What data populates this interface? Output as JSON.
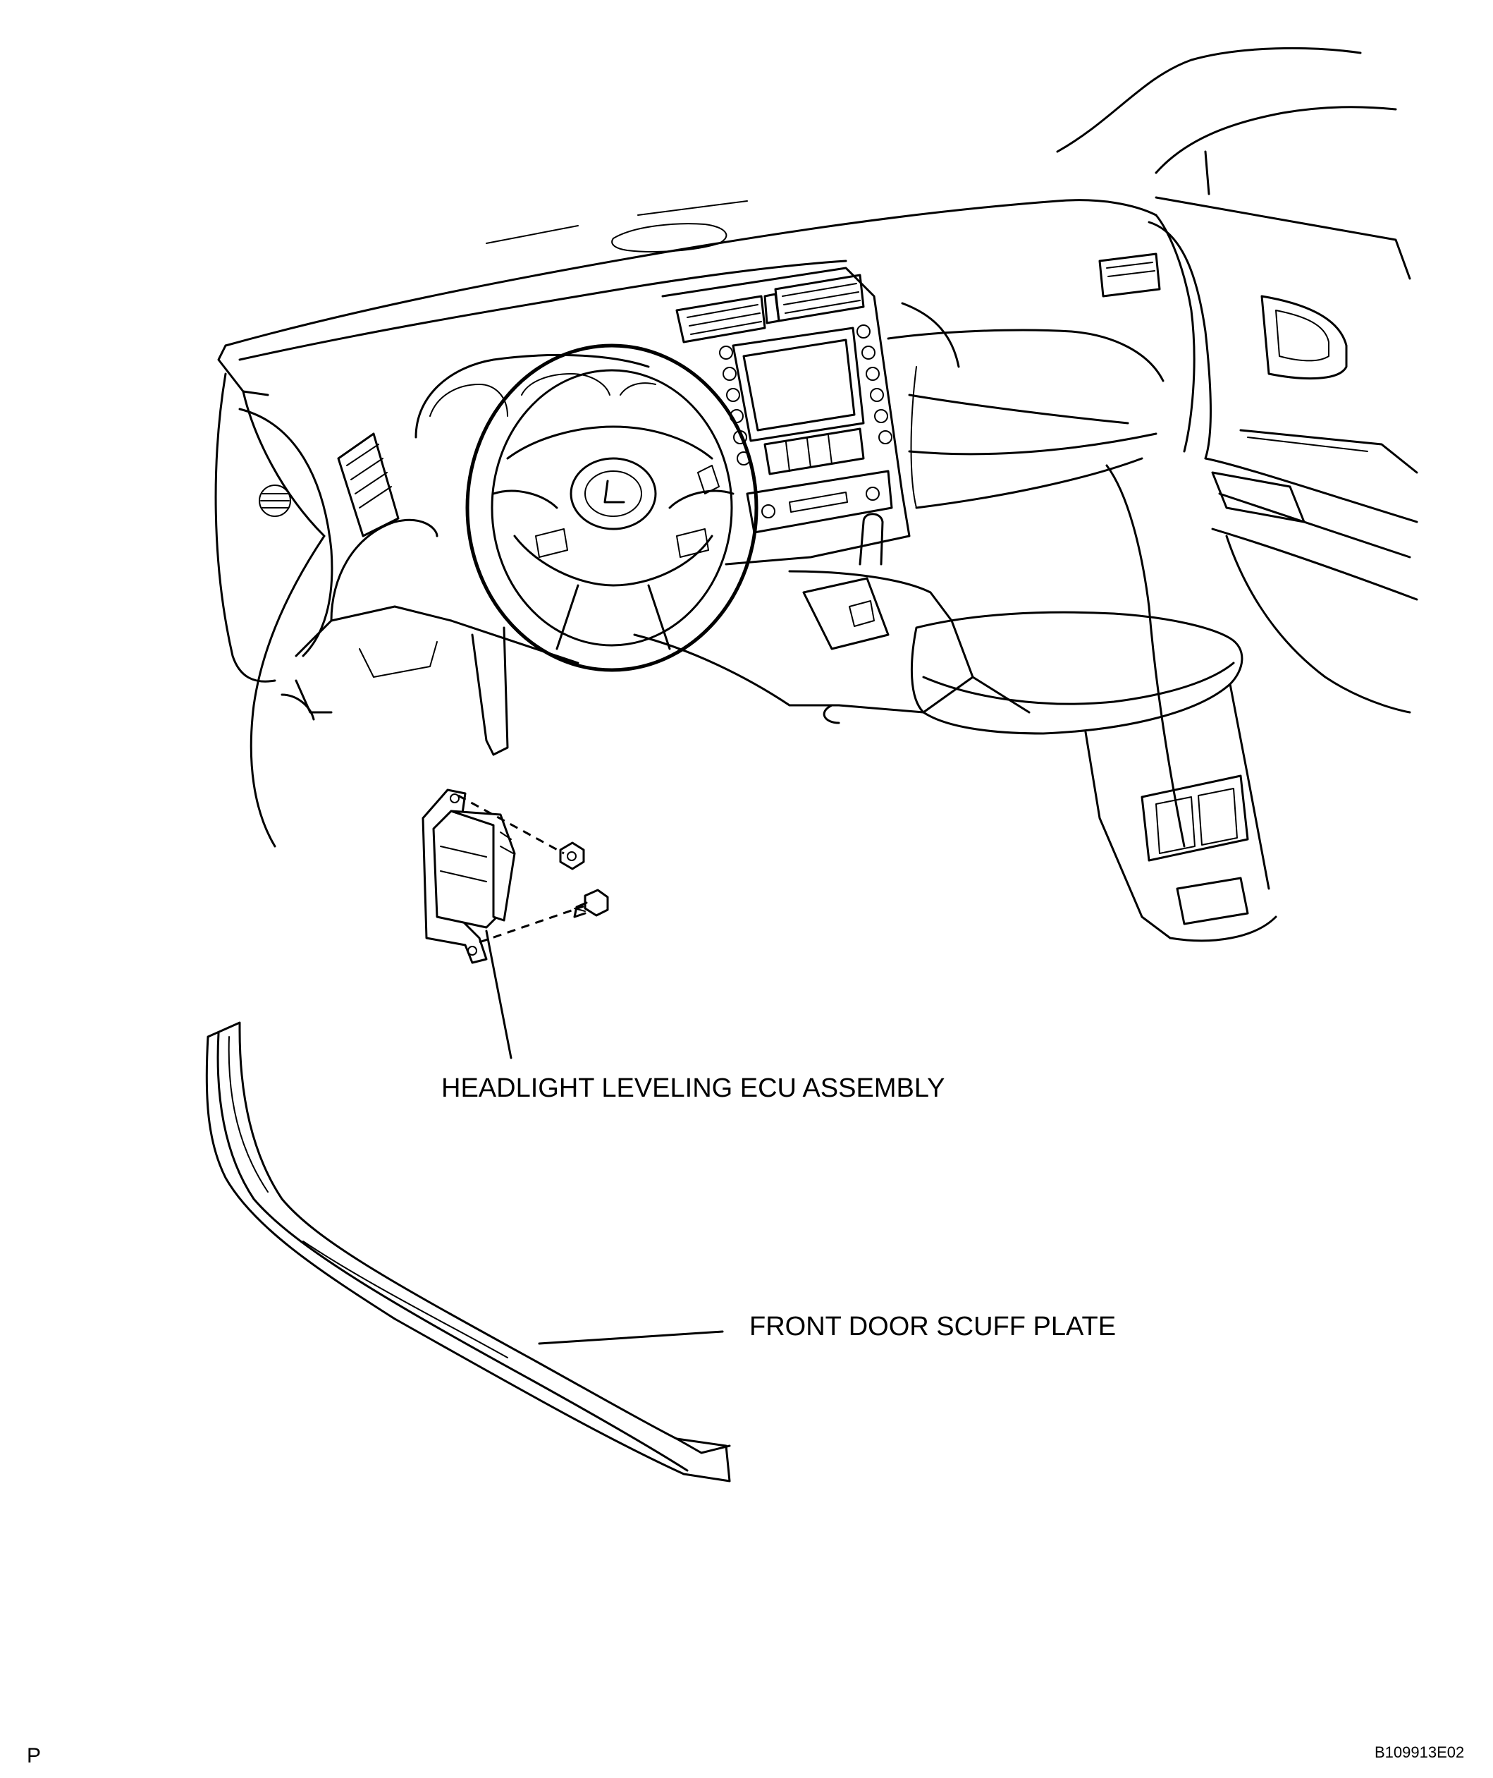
{
  "labels": {
    "ecu": "HEADLIGHT LEVELING ECU ASSEMBLY",
    "scuff_plate": "FRONT DOOR SCUFF PLATE"
  },
  "corner": {
    "left": "P",
    "code": "B109913E02"
  }
}
